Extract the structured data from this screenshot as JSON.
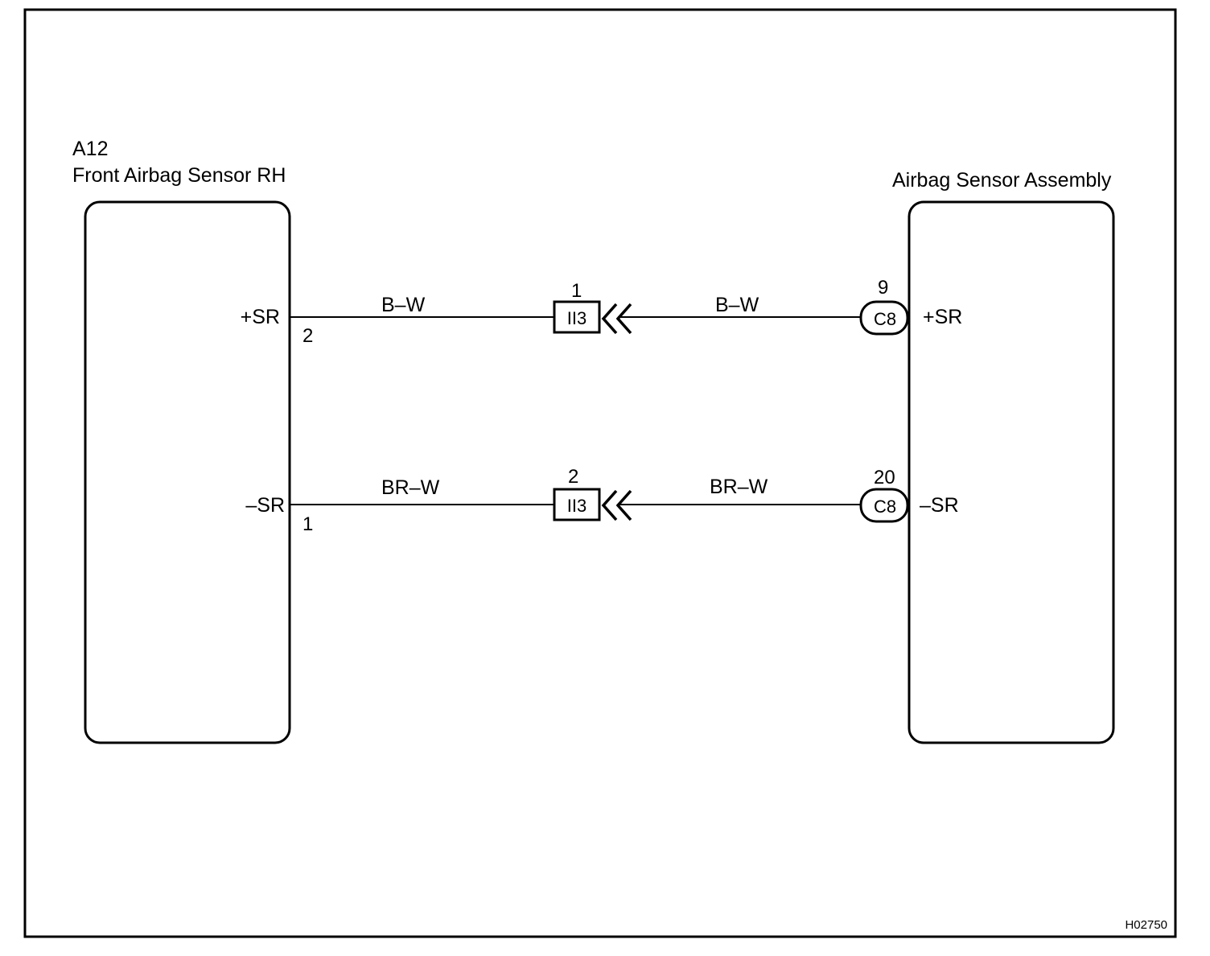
{
  "figure_id": "H02750",
  "left_component": {
    "code": "A12",
    "name": "Front Airbag Sensor RH",
    "terminals": [
      {
        "label": "+SR",
        "pin": "2"
      },
      {
        "label": "–SR",
        "pin": "1"
      }
    ]
  },
  "right_component": {
    "name": "Airbag Sensor Assembly",
    "terminals": [
      {
        "label": "+SR",
        "pin": "9",
        "connector": "C8"
      },
      {
        "label": "–SR",
        "pin": "20",
        "connector": "C8"
      }
    ]
  },
  "wires": [
    {
      "left_color": "B–W",
      "right_color": "B–W",
      "junction": {
        "id": "II3",
        "pin": "1"
      }
    },
    {
      "left_color": "BR–W",
      "right_color": "BR–W",
      "junction": {
        "id": "II3",
        "pin": "2"
      }
    }
  ],
  "colors": {
    "line": "#000000",
    "background": "#ffffff"
  }
}
